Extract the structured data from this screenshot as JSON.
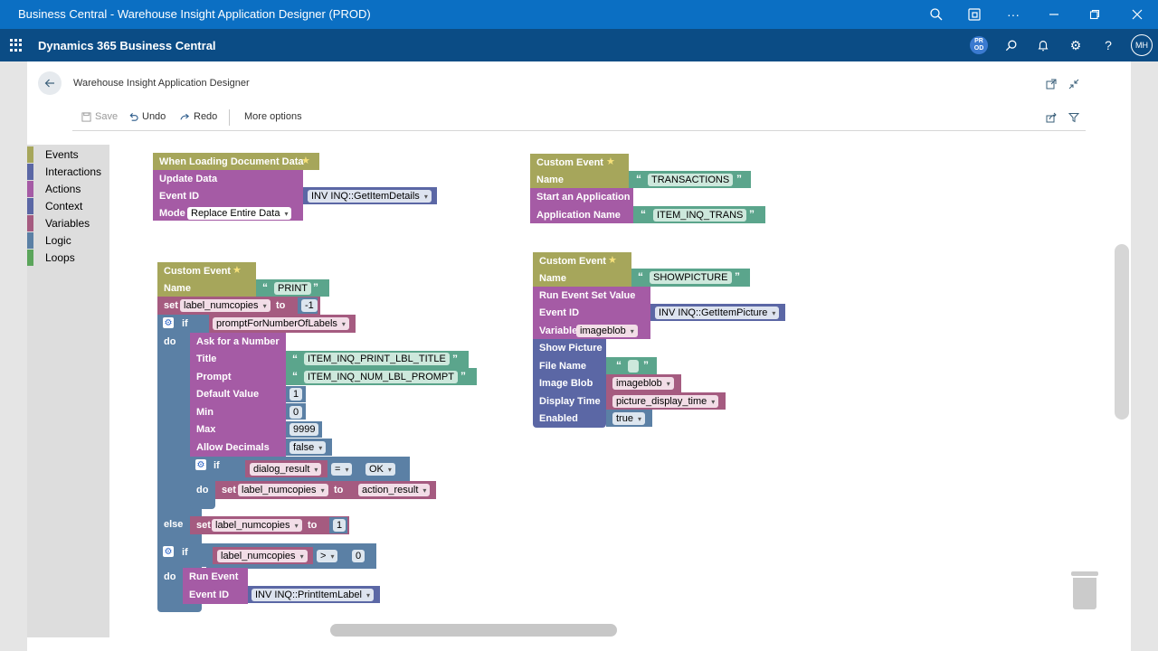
{
  "window": {
    "title": "Business Central - Warehouse Insight Application Designer (PROD)"
  },
  "app": {
    "name": "Dynamics 365 Business Central",
    "env_badge": "PR OD",
    "avatar": "MH"
  },
  "page": {
    "title": "Warehouse Insight Application Designer"
  },
  "toolbar": {
    "save": "Save",
    "undo": "Undo",
    "redo": "Redo",
    "more": "More options"
  },
  "toolbox": {
    "categories": [
      {
        "label": "Events",
        "color": "#a6a65b"
      },
      {
        "label": "Interactions",
        "color": "#5b67a5"
      },
      {
        "label": "Actions",
        "color": "#a55ba5"
      },
      {
        "label": "Context",
        "color": "#5b67a5"
      },
      {
        "label": "Variables",
        "color": "#a55b80"
      },
      {
        "label": "Logic",
        "color": "#5b80a5"
      },
      {
        "label": "Loops",
        "color": "#5ba55b"
      }
    ]
  },
  "blocks": {
    "b1": {
      "header": "When Loading Document Data",
      "update_data": "Update Data",
      "event_id_label": "Event ID",
      "event_id_value": "INV INQ::GetItemDetails",
      "mode_label": "Mode",
      "mode_value": "Replace Entire Data"
    },
    "b2": {
      "header": "Custom Event",
      "name_label": "Name",
      "name_value": "TRANSACTIONS",
      "start_app": "Start an Application",
      "app_name_label": "Application Name",
      "app_name_value": "ITEM_INQ_TRANS"
    },
    "b3": {
      "header": "Custom Event",
      "name_label": "Name",
      "name_value": "PRINT",
      "set": "set",
      "to": "to",
      "var1": "label_numcopies",
      "neg_one": "-1",
      "if": "if",
      "do": "do",
      "else": "else",
      "cond1": "promptForNumberOfLabels",
      "ask": "Ask for a Number",
      "title_label": "Title",
      "title_value": "ITEM_INQ_PRINT_LBL_TITLE",
      "prompt_label": "Prompt",
      "prompt_value": "ITEM_INQ_NUM_LBL_PROMPT",
      "default_label": "Default Value",
      "default_value": "1",
      "min_label": "Min",
      "min_value": "0",
      "max_label": "Max",
      "max_value": "9999",
      "decimals_label": "Allow Decimals",
      "decimals_value": "false",
      "dialog_result": "dialog_result",
      "eq": "=",
      "ok": "OK",
      "action_result": "action_result",
      "one": "1",
      "gt": ">",
      "zero": "0",
      "run_event": "Run Event",
      "event_id_label": "Event ID",
      "event_id_value": "INV INQ::PrintItemLabel"
    },
    "b4": {
      "header": "Custom Event",
      "name_label": "Name",
      "name_value": "SHOWPICTURE",
      "run_set": "Run Event Set Value",
      "event_id_label": "Event ID",
      "event_id_value": "INV INQ::GetItemPicture",
      "variable_label": "Variable",
      "variable_value": "imageblob",
      "show_picture": "Show Picture",
      "file_name_label": "File Name",
      "image_blob_label": "Image Blob",
      "image_blob_value": "imageblob",
      "display_time_label": "Display Time",
      "display_time_value": "picture_display_time",
      "enabled_label": "Enabled",
      "enabled_value": "true"
    }
  }
}
